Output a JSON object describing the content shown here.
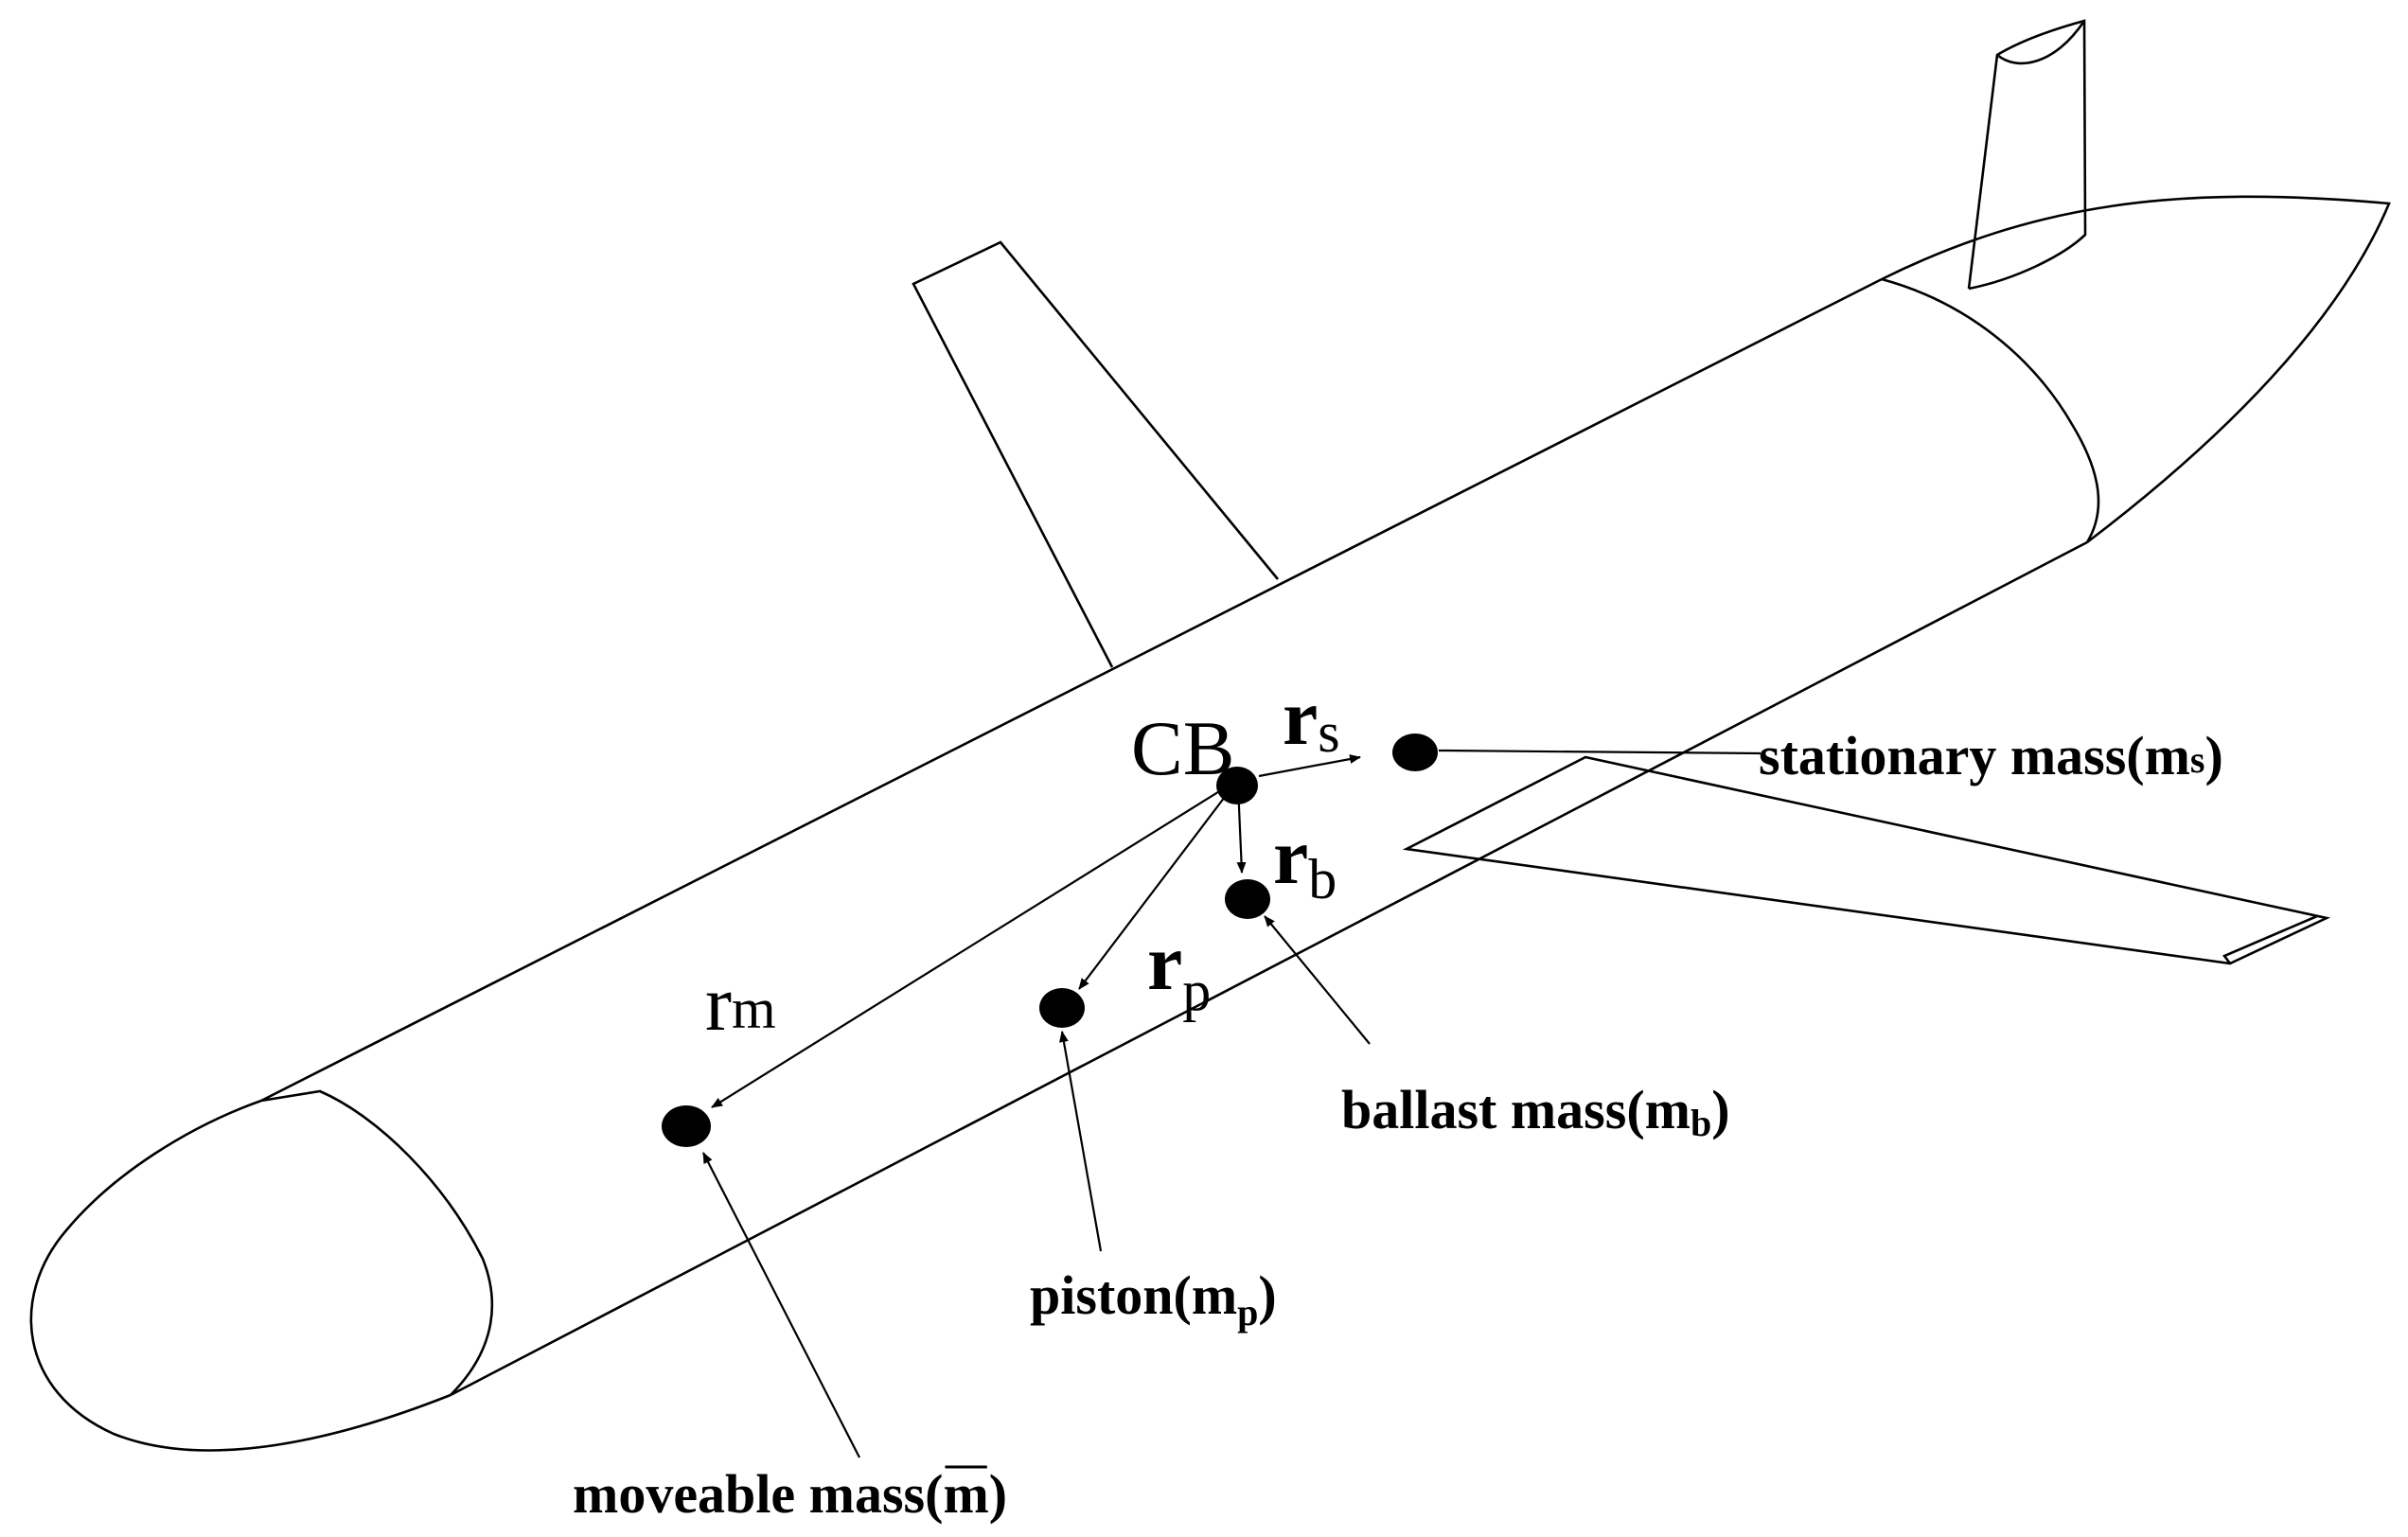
{
  "labels": {
    "cb": "CB",
    "stationary": "stationary mass(m",
    "stationary_sub": "s",
    "ballast": "ballast mass(m",
    "ballast_sub": "b",
    "piston": "piston(m",
    "piston_sub": "p",
    "moveable": "moveable mass(",
    "moveable_m": "m",
    "close": ")"
  },
  "vectors": {
    "r": "r",
    "s": "s",
    "b": "b",
    "p": "p",
    "m": "m"
  }
}
